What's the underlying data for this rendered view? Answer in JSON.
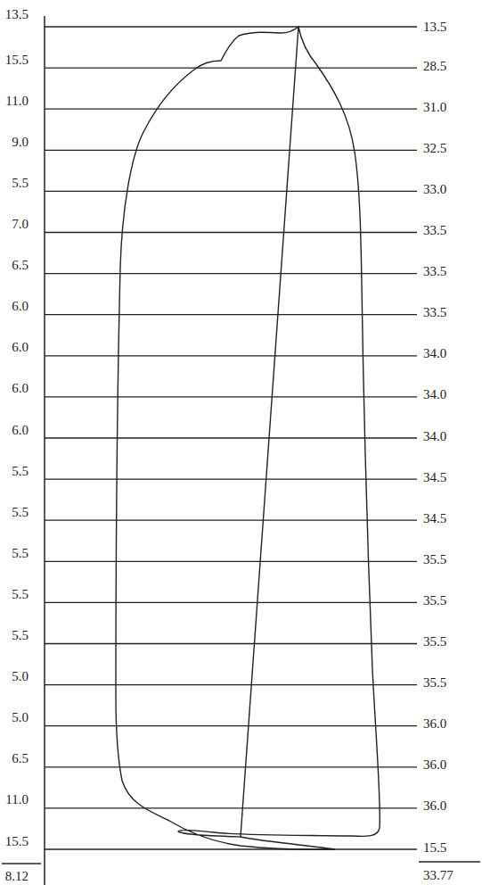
{
  "diagram": {
    "labels": [
      "13.5",
      "13.5",
      "15.5",
      "28.5",
      "11.0",
      "31.0",
      "9.0",
      "32.5",
      "5.5",
      "33.0",
      "7.0",
      "33.5",
      "6.5",
      "33.5",
      "6.0",
      "33.5",
      "6.0",
      "34.0",
      "6.0",
      "34.0",
      "6.0",
      "34.0",
      "5.5",
      "34.5",
      "5.5",
      "34.5",
      "5.5",
      "35.5",
      "5.5",
      "35.5",
      "5.5",
      "35.5",
      "5.0",
      "35.5",
      "5.0",
      "36.0",
      "6.5",
      "36.0",
      "11.0",
      "36.0",
      "15.5",
      "15.5",
      "8.12",
      "33.77"
    ]
  }
}
